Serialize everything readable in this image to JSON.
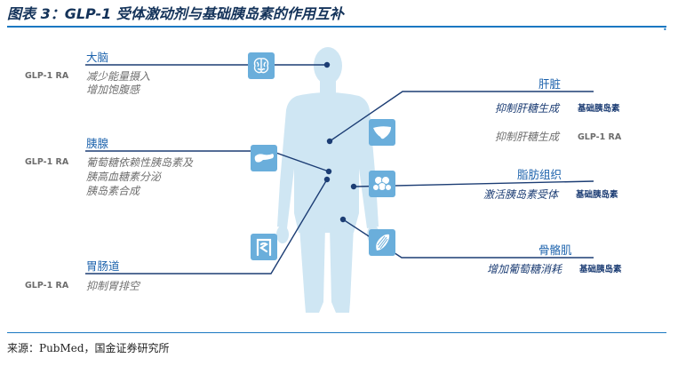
{
  "title": "图表 3：GLP-1 受体激动剂与基础胰岛素的作用互补",
  "source": "来源：PubMed，国金证券研究所",
  "colors": {
    "organ_label": "#1d63ad",
    "line": "#1c3d74",
    "icon_bg": "#6aaedb",
    "body": "#cfe6f3",
    "rule": "#1a78c2"
  },
  "left": {
    "brain": {
      "organ": "大脑",
      "drug": "GLP-1 RA",
      "effects": [
        "减少能量摄入",
        "增加饱腹感"
      ],
      "icon": "brain-icon"
    },
    "pancreas": {
      "organ": "胰腺",
      "drug": "GLP-1 RA",
      "effects": [
        "葡萄糖依赖性胰岛素及",
        "胰高血糖素分泌",
        "胰岛素合成"
      ],
      "icon": "pancreas-icon"
    },
    "gut": {
      "organ": "胃肠道",
      "drug": "GLP-1 RA",
      "effects": [
        "抑制胃排空"
      ],
      "icon": "intestine-icon"
    }
  },
  "right": {
    "liver": {
      "organ": "肝脏",
      "rows": [
        {
          "effect": "抑制肝糖生成",
          "drug": "基础胰岛素"
        },
        {
          "effect": "抑制肝糖生成",
          "drug": "GLP-1 RA"
        }
      ],
      "icon": "liver-icon"
    },
    "fat": {
      "organ": "脂肪组织",
      "effect": "激活胰岛素受体",
      "drug": "基础胰岛素",
      "icon": "fat-cells-icon"
    },
    "muscle": {
      "organ": "骨骼肌",
      "effect": "增加葡萄糖消耗",
      "drug": "基础胰岛素",
      "icon": "muscle-icon"
    }
  }
}
